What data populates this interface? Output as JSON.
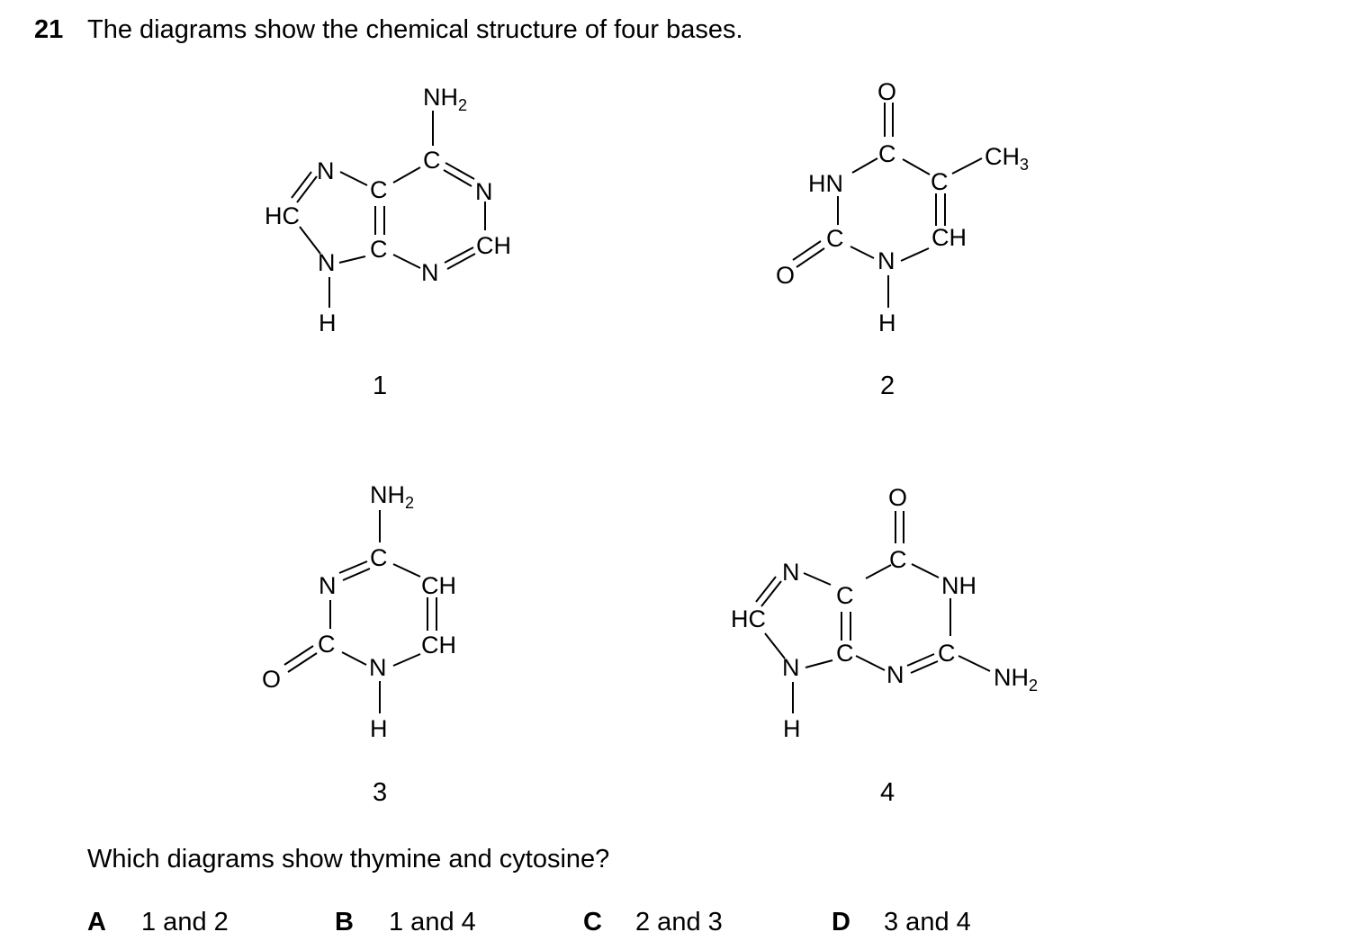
{
  "question": {
    "number": "21",
    "stem": "The diagrams show the chemical structure of four bases.",
    "prompt": "Which diagrams show thymine and cytosine?"
  },
  "diagrams": [
    {
      "number": "1",
      "atoms": {
        "nh2": "NH",
        "nh2_sub": "2",
        "c_top": "C",
        "n_right": "N",
        "ch": "CH",
        "n_bottom": "N",
        "c_lower": "C",
        "c_upper": "C",
        "n_left_top": "N",
        "hc": "HC",
        "n_left_bottom": "N",
        "h": "H"
      }
    },
    {
      "number": "2",
      "atoms": {
        "o_top": "O",
        "c_top": "C",
        "c_right": "C",
        "ch3": "CH",
        "ch3_sub": "3",
        "ch": "CH",
        "n_bottom": "N",
        "h": "H",
        "c_left": "C",
        "o_left": "O",
        "hn": "HN"
      }
    },
    {
      "number": "3",
      "atoms": {
        "nh2": "NH",
        "nh2_sub": "2",
        "c_top": "C",
        "ch_upper": "CH",
        "ch_lower": "CH",
        "n_bottom": "N",
        "h": "H",
        "c_left": "C",
        "o_left": "O",
        "n_left": "N"
      }
    },
    {
      "number": "4",
      "atoms": {
        "o_top": "O",
        "c_top": "C",
        "nh": "NH",
        "c_right": "C",
        "nh2": "NH",
        "nh2_sub": "2",
        "n_bottom": "N",
        "c_lower": "C",
        "c_upper": "C",
        "n_left_top": "N",
        "hc": "HC",
        "n_left_bottom": "N",
        "h": "H"
      }
    }
  ],
  "options": [
    {
      "letter": "A",
      "text": "1 and 2"
    },
    {
      "letter": "B",
      "text": "1 and 4"
    },
    {
      "letter": "C",
      "text": "2 and 3"
    },
    {
      "letter": "D",
      "text": "3 and 4"
    }
  ]
}
